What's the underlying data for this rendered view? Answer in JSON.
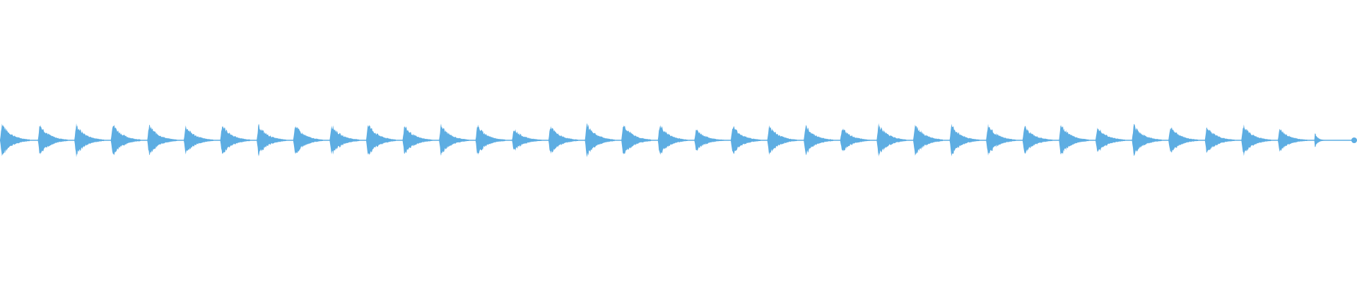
{
  "waveform": {
    "color": "#5dade2",
    "background": "#ffffff",
    "pulse_count": 37,
    "pulse_peaks": [
      0.95,
      0.9,
      0.88,
      0.94,
      0.86,
      0.8,
      0.88,
      0.84,
      0.86,
      0.88,
      0.95,
      0.82,
      0.86,
      0.84,
      0.66,
      0.8,
      0.94,
      0.92,
      0.88,
      0.62,
      0.82,
      0.84,
      0.82,
      0.7,
      0.92,
      0.94,
      0.86,
      0.86,
      0.8,
      0.9,
      0.8,
      0.86,
      0.8,
      0.78,
      0.86,
      0.66,
      0.4
    ]
  }
}
